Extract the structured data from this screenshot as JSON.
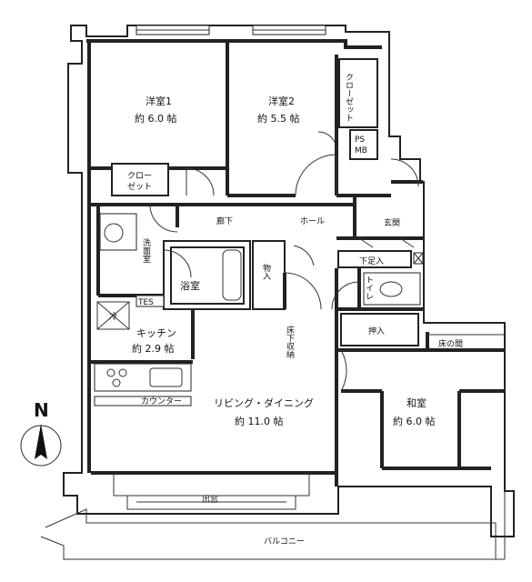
{
  "rooms": {
    "western1_name": "洋室1",
    "western1_size": "約 6.0 帖",
    "western2_name": "洋室2",
    "western2_size": "約 5.5 帖",
    "closet_right": "クローゼット",
    "closet_left_1": "クロー",
    "closet_left_2": "ゼット",
    "ps": "PS",
    "mb": "MB",
    "corridor": "廊下",
    "hall": "ホール",
    "entrance": "玄関",
    "shoebox": "下足入",
    "washroom": "洗面室",
    "bath": "浴室",
    "storage_small": "物入",
    "toilet": "トイレ",
    "kitchen_name": "キッチン",
    "kitchen_size": "約 2.9 帖",
    "fridge": "冷",
    "tes": "TES",
    "counter": "カウンター",
    "living_name": "リビング・ダイニング",
    "living_size": "約 11.0 帖",
    "floor_storage": "床下収納",
    "closet_pushin": "押入",
    "tokonoma": "床の間",
    "japanese_name": "和室",
    "japanese_size": "約 6.0 帖",
    "bay_window": "出窓",
    "balcony": "バルコニー"
  },
  "compass": {
    "label": "N"
  }
}
